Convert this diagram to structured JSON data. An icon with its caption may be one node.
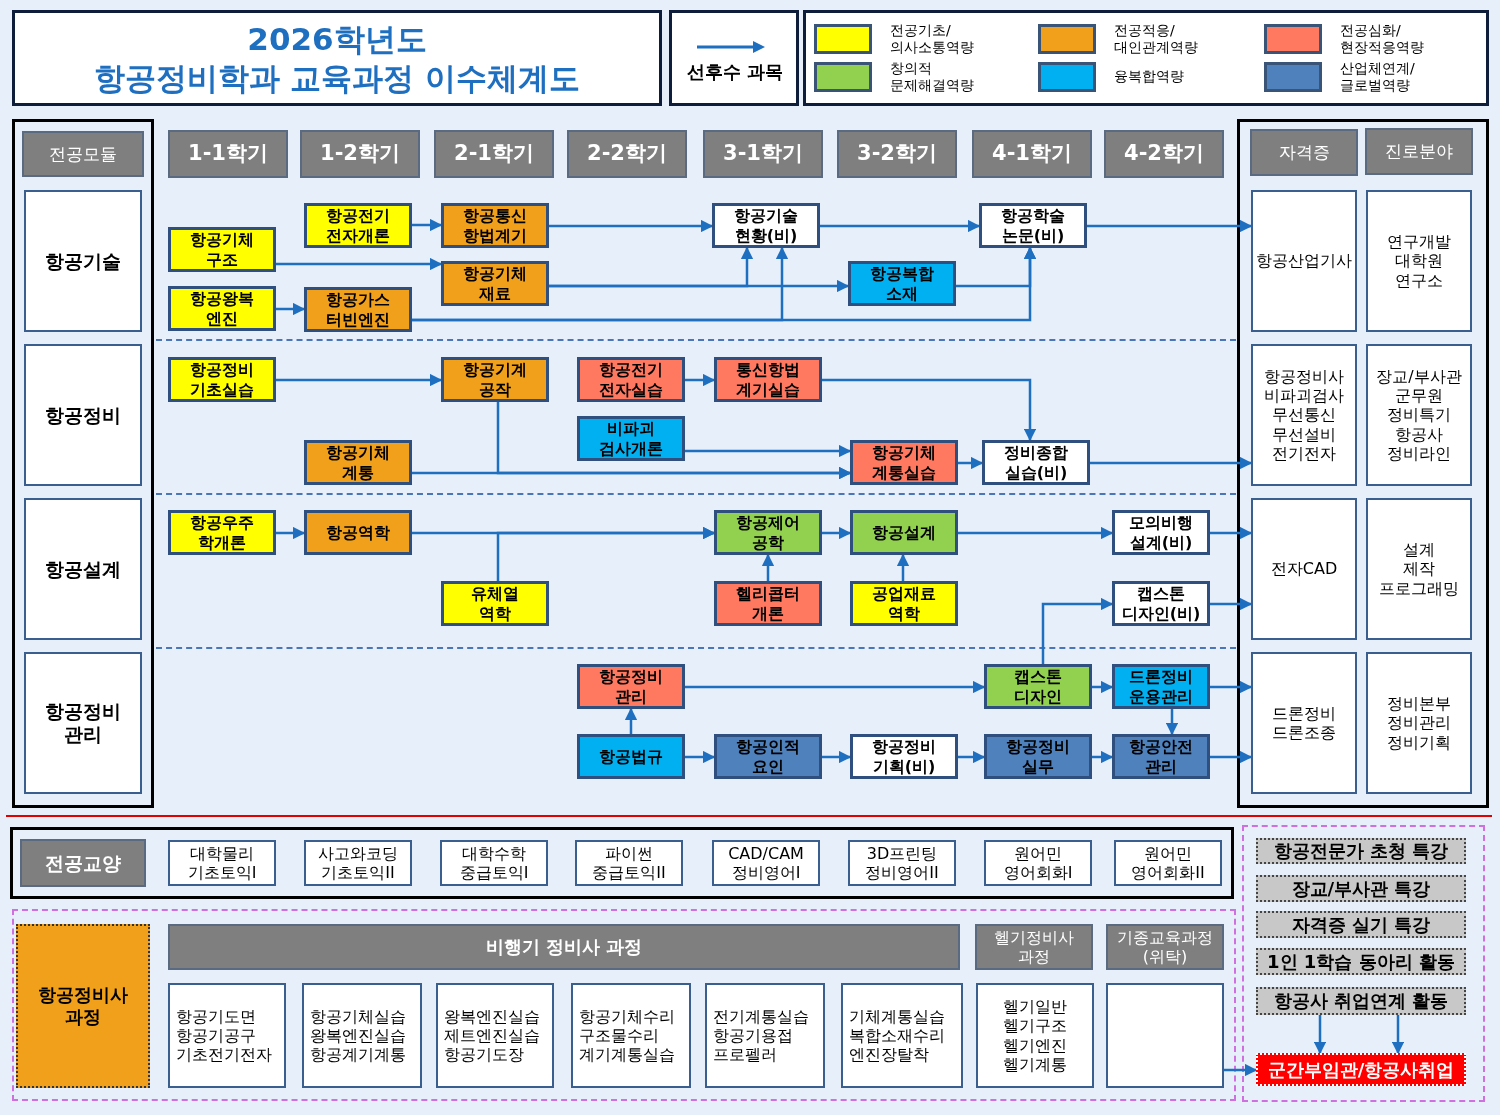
{
  "diagram": {
    "title": "2026학년도 항공정비학과 교육과정 이수체계도",
    "nodes": [
      {
        "text": [
          "전공모듈"
        ]
      },
      {
        "text": [
          "1-1학기"
        ]
      },
      {
        "text": [
          "1-2학기"
        ]
      },
      {
        "text": [
          "2-1학기"
        ]
      },
      {
        "text": [
          "2-2학기"
        ]
      },
      {
        "text": [
          "3-1학기"
        ]
      },
      {
        "text": [
          "3-2학기"
        ]
      },
      {
        "text": [
          "4-1학기"
        ]
      },
      {
        "text": [
          "4-2학기"
        ]
      },
      {
        "text": [
          "자격증"
        ]
      },
      {
        "text": [
          "진로분야"
        ]
      },
      {
        "text": [
          "항공기술"
        ]
      },
      {
        "text": [
          "항공정비"
        ]
      },
      {
        "text": [
          "항공설계"
        ]
      },
      {
        "text": [
          "항공정비 관리"
        ]
      },
      {
        "text": [
          "항공기체 구조"
        ]
      },
      {
        "text": [
          "항공왕복 엔진"
        ]
      },
      {
        "text": [
          "항공전기 전자개론"
        ]
      },
      {
        "text": [
          "항공가스 터빈엔진"
        ]
      },
      {
        "text": [
          "항공통신 항법계기"
        ]
      },
      {
        "text": [
          "항공기체 재료"
        ]
      },
      {
        "text": [
          "항공기술 현황(비)"
        ]
      },
      {
        "text": [
          "항공복합 소재"
        ]
      },
      {
        "text": [
          "항공학술 논문(비)"
        ]
      },
      {
        "text": [
          "항공정비 기초실습"
        ]
      },
      {
        "text": [
          "항공기계 공작"
        ]
      },
      {
        "text": [
          "항공전기 전자실습"
        ]
      },
      {
        "text": [
          "통신항법 계기실습"
        ]
      },
      {
        "text": [
          "비파괴 검사개론"
        ]
      },
      {
        "text": [
          "항공기체 계통"
        ]
      },
      {
        "text": [
          "항공기체 계통실습"
        ]
      },
      {
        "text": [
          "정비종합 실습(비)"
        ]
      },
      {
        "text": [
          "항공우주 학개론"
        ]
      },
      {
        "text": [
          "항공역학"
        ]
      },
      {
        "text": [
          "유체열 역학"
        ]
      },
      {
        "text": [
          "항공제어 공학"
        ]
      },
      {
        "text": [
          "헬리콥터 개론"
        ]
      },
      {
        "text": [
          "항공설계"
        ]
      },
      {
        "text": [
          "공업재료 역학"
        ]
      },
      {
        "text": [
          "모의비행 설계(비)"
        ]
      },
      {
        "text": [
          "캡스톤 디자인(비)"
        ]
      },
      {
        "text": [
          "항공정비 관리"
        ]
      },
      {
        "text": [
          "항공법규"
        ]
      },
      {
        "text": [
          "항공인적 요인"
        ]
      },
      {
        "text": [
          "항공정비 기획(비)"
        ]
      },
      {
        "text": [
          "캡스톤 디자인"
        ]
      },
      {
        "text": [
          "드론정비 운용관리"
        ]
      },
      {
        "text": [
          "항공정비 실무"
        ]
      },
      {
        "text": [
          "항공안전 관리"
        ]
      },
      {
        "text": [
          "항공산업기사"
        ]
      },
      {
        "text": [
          "연구개발 대학원 연구소"
        ]
      },
      {
        "text": [
          "항공정비사 비파괴검사 무선통신 무선설비 전기전자"
        ]
      },
      {
        "text": [
          "장교/부사관 군무원 정비특기 항공사 정비라인"
        ]
      },
      {
        "text": [
          "전자CAD"
        ]
      },
      {
        "text": [
          "설계 제작 프로그래밍"
        ]
      },
      {
        "text": [
          "드론정비 드론조종"
        ]
      },
      {
        "text": [
          "정비본부 정비관리 정비기획"
        ]
      },
      {
        "text": [
          "전공교양"
        ]
      },
      {
        "text": [
          "대학물리 기초토익I"
        ]
      },
      {
        "text": [
          "사고와코딩 기초토익II"
        ]
      },
      {
        "text": [
          "대학수학 중급토익I"
        ]
      },
      {
        "text": [
          "파이썬 중급토익II"
        ]
      },
      {
        "text": [
          "CAD/CAM 정비영어I"
        ]
      },
      {
        "text": [
          "3D프린팅 정비영어II"
        ]
      },
      {
        "text": [
          "원어민 영어회화I"
        ]
      },
      {
        "text": [
          "원어민 영어회화II"
        ]
      },
      {
        "text": [
          "항공정비사 과정"
        ]
      },
      {
        "text": [
          "비행기 정비사 과정"
        ]
      },
      {
        "text": [
          "헬기정비사 과정"
        ]
      },
      {
        "text": [
          "기종교육과정 (위탁)"
        ]
      },
      {
        "text": [
          "항공기도면 항공기공구 기초전기전자"
        ]
      },
      {
        "text": [
          "항공기체실습 왕복엔진실습 항공계기계통"
        ]
      },
      {
        "text": [
          "왕복엔진실습 제트엔진실습 항공기도장"
        ]
      },
      {
        "text": [
          "항공기체수리 구조물수리 계기계통실습"
        ]
      },
      {
        "text": [
          "전기계통실습 항공기용접 프로펠러"
        ]
      },
      {
        "text": [
          "기체계통실습 복합소재수리 엔진장탈착"
        ]
      },
      {
        "text": [
          "헬기일반 헬기구조 헬기엔진 헬기계통"
        ]
      },
      {
        "text": [],
        "shape": "box"
      },
      {
        "text": [
          "항공전문가 초청 특강"
        ]
      },
      {
        "text": [
          "장교/부사관 특강"
        ]
      },
      {
        "text": [
          "자격증 실기 특강"
        ]
      },
      {
        "text": [
          "1인 1학습 동아리 활동"
        ]
      },
      {
        "text": [
          "항공사 취업연계 활동"
        ]
      },
      {
        "text": [
          "군간부임관/항공사취업"
        ]
      }
    ],
    "edges": [
      {
        "from": 15,
        "to": 20,
        "arrow": "to"
      },
      {
        "from": 16,
        "to": 18,
        "arrow": "to"
      },
      {
        "from": 17,
        "to": 19,
        "arrow": "to"
      },
      {
        "from": 19,
        "to": 21,
        "arrow": "to"
      },
      {
        "from": 21,
        "to": 23,
        "arrow": "to"
      },
      {
        "from": 23,
        "to": 49,
        "arrow": "to"
      },
      {
        "from": 20,
        "to": 21,
        "arrow": "to"
      },
      {
        "from": 20,
        "to": 22,
        "arrow": "to"
      },
      {
        "from": 18,
        "to": 21,
        "arrow": "to"
      },
      {
        "from": 18,
        "to": 23,
        "arrow": "to"
      },
      {
        "from": 22,
        "to": 23,
        "arrow": "to"
      },
      {
        "from": 24,
        "to": 25,
        "arrow": "to"
      },
      {
        "from": 25,
        "to": 30,
        "arrow": "to"
      },
      {
        "from": 26,
        "to": 27,
        "arrow": "to"
      },
      {
        "from": 27,
        "to": 31,
        "arrow": "to"
      },
      {
        "from": 28,
        "to": 30,
        "arrow": "to"
      },
      {
        "from": 29,
        "to": 30,
        "arrow": "to"
      },
      {
        "from": 30,
        "to": 31,
        "arrow": "to"
      },
      {
        "from": 31,
        "to": 51,
        "arrow": "to"
      },
      {
        "from": 32,
        "to": 33,
        "arrow": "to"
      },
      {
        "from": 33,
        "to": 35,
        "arrow": "to"
      },
      {
        "from": 34,
        "to": 35,
        "arrow": "to"
      },
      {
        "from": 35,
        "to": 37,
        "arrow": "to"
      },
      {
        "from": 36,
        "to": 35,
        "arrow": "to"
      },
      {
        "from": 38,
        "to": 37,
        "arrow": "to"
      },
      {
        "from": 37,
        "to": 39,
        "arrow": "to"
      },
      {
        "from": 39,
        "to": 53,
        "arrow": "to"
      },
      {
        "from": 40,
        "to": 53,
        "arrow": "to"
      },
      {
        "from": 45,
        "to": 40,
        "arrow": "to"
      },
      {
        "from": 41,
        "to": 45,
        "arrow": "to"
      },
      {
        "from": 42,
        "to": 41,
        "arrow": "to"
      },
      {
        "from": 42,
        "to": 43,
        "arrow": "to"
      },
      {
        "from": 43,
        "to": 44,
        "arrow": "to"
      },
      {
        "from": 44,
        "to": 47,
        "arrow": "to"
      },
      {
        "from": 47,
        "to": 48,
        "arrow": "to"
      },
      {
        "from": 45,
        "to": 46,
        "arrow": "to"
      },
      {
        "from": 46,
        "to": 48,
        "arrow": "to"
      },
      {
        "from": 46,
        "to": 55,
        "arrow": "to"
      },
      {
        "from": 48,
        "to": 55,
        "arrow": "to"
      },
      {
        "from": 82,
        "to": 83,
        "arrow": "to"
      },
      {
        "from": 82,
        "to": 83,
        "arrow": "to"
      },
      {
        "from": 77,
        "to": 83,
        "arrow": "to"
      }
    ],
    "legend": [
      {
        "text": "선후수 과목"
      },
      {
        "text": "전공기초/ 의사소통역량",
        "color": "#ffff00"
      },
      {
        "text": "전공적응/ 대인관계역량",
        "color": "#f0a01a"
      },
      {
        "text": "전공심화/ 현장적응역량",
        "color": "#ff7860"
      },
      {
        "text": "창의적 문제해결역량",
        "color": "#92d050"
      },
      {
        "text": "융복합역량",
        "color": "#00b0f0"
      },
      {
        "text": "산업체연계/ 글로벌역량",
        "color": "#4f81bd"
      }
    ]
  }
}
